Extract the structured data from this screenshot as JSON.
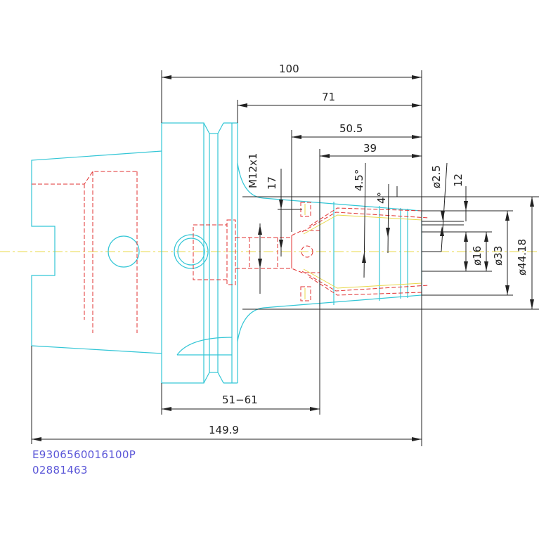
{
  "drawing": {
    "dimensions": {
      "overall_length": "149.9",
      "length_100": "100",
      "length_71": "71",
      "length_50_5": "50.5",
      "length_39": "39",
      "clamp_range": "51−61",
      "thread": "M12x1",
      "depth_17": "17",
      "angle_4_5": "4.5°",
      "angle_4": "4°",
      "dia_2_5": "ø2.5",
      "len_12": "12",
      "dia_16": "ø16",
      "dia_33": "ø33",
      "dia_44_18": "ø44.18"
    },
    "part_number": "E9306560016100P",
    "order_number": "02881463"
  },
  "colors": {
    "outline": "#33c6d6",
    "hidden": "#e03030",
    "centerline": "#e8d84a",
    "dimension": "#222222",
    "label_text": "#5b57d8"
  }
}
